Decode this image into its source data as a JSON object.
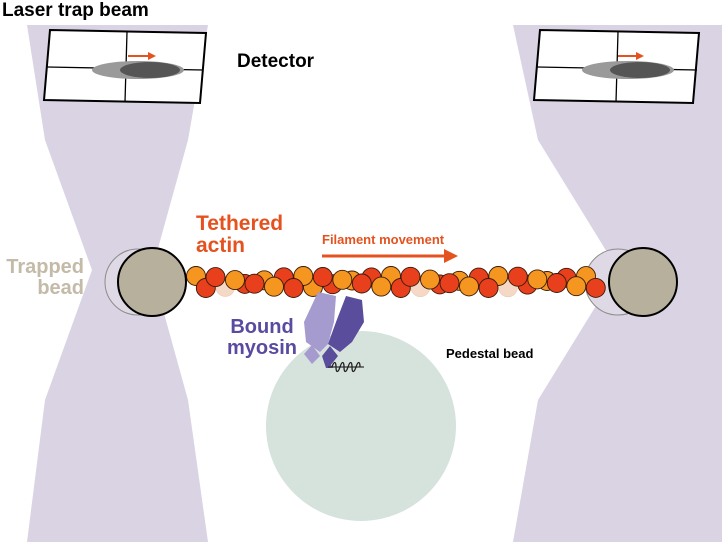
{
  "title": "Laser trap beam",
  "detector_label": "Detector",
  "tethered_label": [
    "Tethered",
    "actin"
  ],
  "filament_label": "Filament movement",
  "trapped_label": [
    "Trapped",
    "bead"
  ],
  "bound_label": [
    "Bound",
    "myosin"
  ],
  "pedestal_label": "Pedestal bead",
  "colors": {
    "beam": "#d9d3e3",
    "trapped_bead": "#b7b09d",
    "pedestal_bead": "#d6e3dd",
    "actin_red": "#e8401c",
    "actin_orange": "#f4961f",
    "actin_faded": "#f6d8c6",
    "tethered_text": "#e4531f",
    "filament_arrow": "#e4531f",
    "trapped_text": "#c4baa8",
    "myosin_dark": "#5a4d9c",
    "myosin_light": "#a69bcf",
    "myosin_text": "#5a4aa0"
  }
}
